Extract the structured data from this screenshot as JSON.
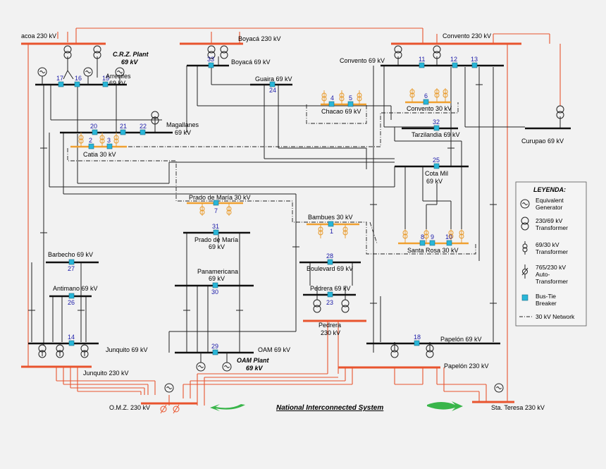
{
  "diagram": {
    "title": "National Interconnected System",
    "colors": {
      "line_230": "#e8542e",
      "line_69": "#222222",
      "bus_30": "#f0a030",
      "breaker": "#29b6d8",
      "arrow": "#39b54a"
    },
    "labels": {
      "macagua": "acoa 230 kV",
      "boyaca230": "Boyacá 230 kV",
      "convento230": "Convento 230 kV",
      "crz_plant": "C.R.Z. Plant",
      "crz_kv": "69 kV",
      "boyaca69": "Boyacá 69 kV",
      "convento69": "Convento 69 kV",
      "arrecifes": "Arrecifes",
      "arrecifes_kv": "69 kV",
      "guaira": "Guaira 69 kV",
      "chacao": "Chacao 69 kV",
      "convento30": "Convento 30 kV",
      "magallanes": "Magallanes",
      "magallanes_kv": "69 kV",
      "tarzilandia": "Tarzilandia 69 kV",
      "curupao": "Curupao 69 kV",
      "catia30": "Catia 30 kV",
      "cotamil": "Cota Mil",
      "cotamil_kv": "69 kV",
      "prado30": "Prado de María 30 kV",
      "prado69": "Prado de María",
      "prado69_kv": "69 kV",
      "bambues": "Bambues 30 kV",
      "santarosa": "Santa Rosa 30 kV",
      "barbecho": "Barbecho 69 kV",
      "antimano": "Antimano 69 kV",
      "panamericana": "Panamericana",
      "panamericana_kv": "69 kV",
      "boulevard": "Boulevard 69 kV",
      "pedrera69": "Pedrera 69 kV",
      "pedrera230": "Pedrera",
      "pedrera230_kv": "230 kV",
      "junquito69": "Junquito 69 kV",
      "oam69": "OAM 69 kV",
      "oam_plant": "OAM  Plant",
      "oam_kv": "69 kV",
      "papelon69": "Papelón 69 kV",
      "junquito230": "Junquito 230 kV",
      "papelon230": "Papelón 230 kV",
      "omz": "O.M.Z. 230 kV",
      "staTeresa": "Sta. Teresa 230 kV"
    },
    "breakers": [
      "11",
      "12",
      "13",
      "33",
      "17",
      "16",
      "15",
      "24",
      "4",
      "5",
      "6",
      "20",
      "21",
      "22",
      "2",
      "3",
      "32",
      "25",
      "7",
      "31",
      "1",
      "8",
      "9",
      "10",
      "27",
      "26",
      "28",
      "23",
      "30",
      "14",
      "29",
      "18"
    ]
  },
  "legend": {
    "title": "LEYENDA:",
    "items": [
      {
        "line1": "Equivalent",
        "line2": "Generator",
        "icon": "generator-icon"
      },
      {
        "line1": "230/69 kV",
        "line2": "Transformer",
        "icon": "transformer-icon"
      },
      {
        "line1": "69/30 kV",
        "line2": "Transformer",
        "icon": "transformer-small-icon"
      },
      {
        "line1": "765/230 kV",
        "line2": "Auto-",
        "line3": "Transformer",
        "icon": "auto-transformer-icon"
      },
      {
        "line1": "Bus-Tie",
        "line2": "Breaker",
        "icon": "breaker-icon"
      },
      {
        "line1": "30 kV Network",
        "line2": "",
        "icon": "dashdot-line-icon"
      }
    ]
  }
}
